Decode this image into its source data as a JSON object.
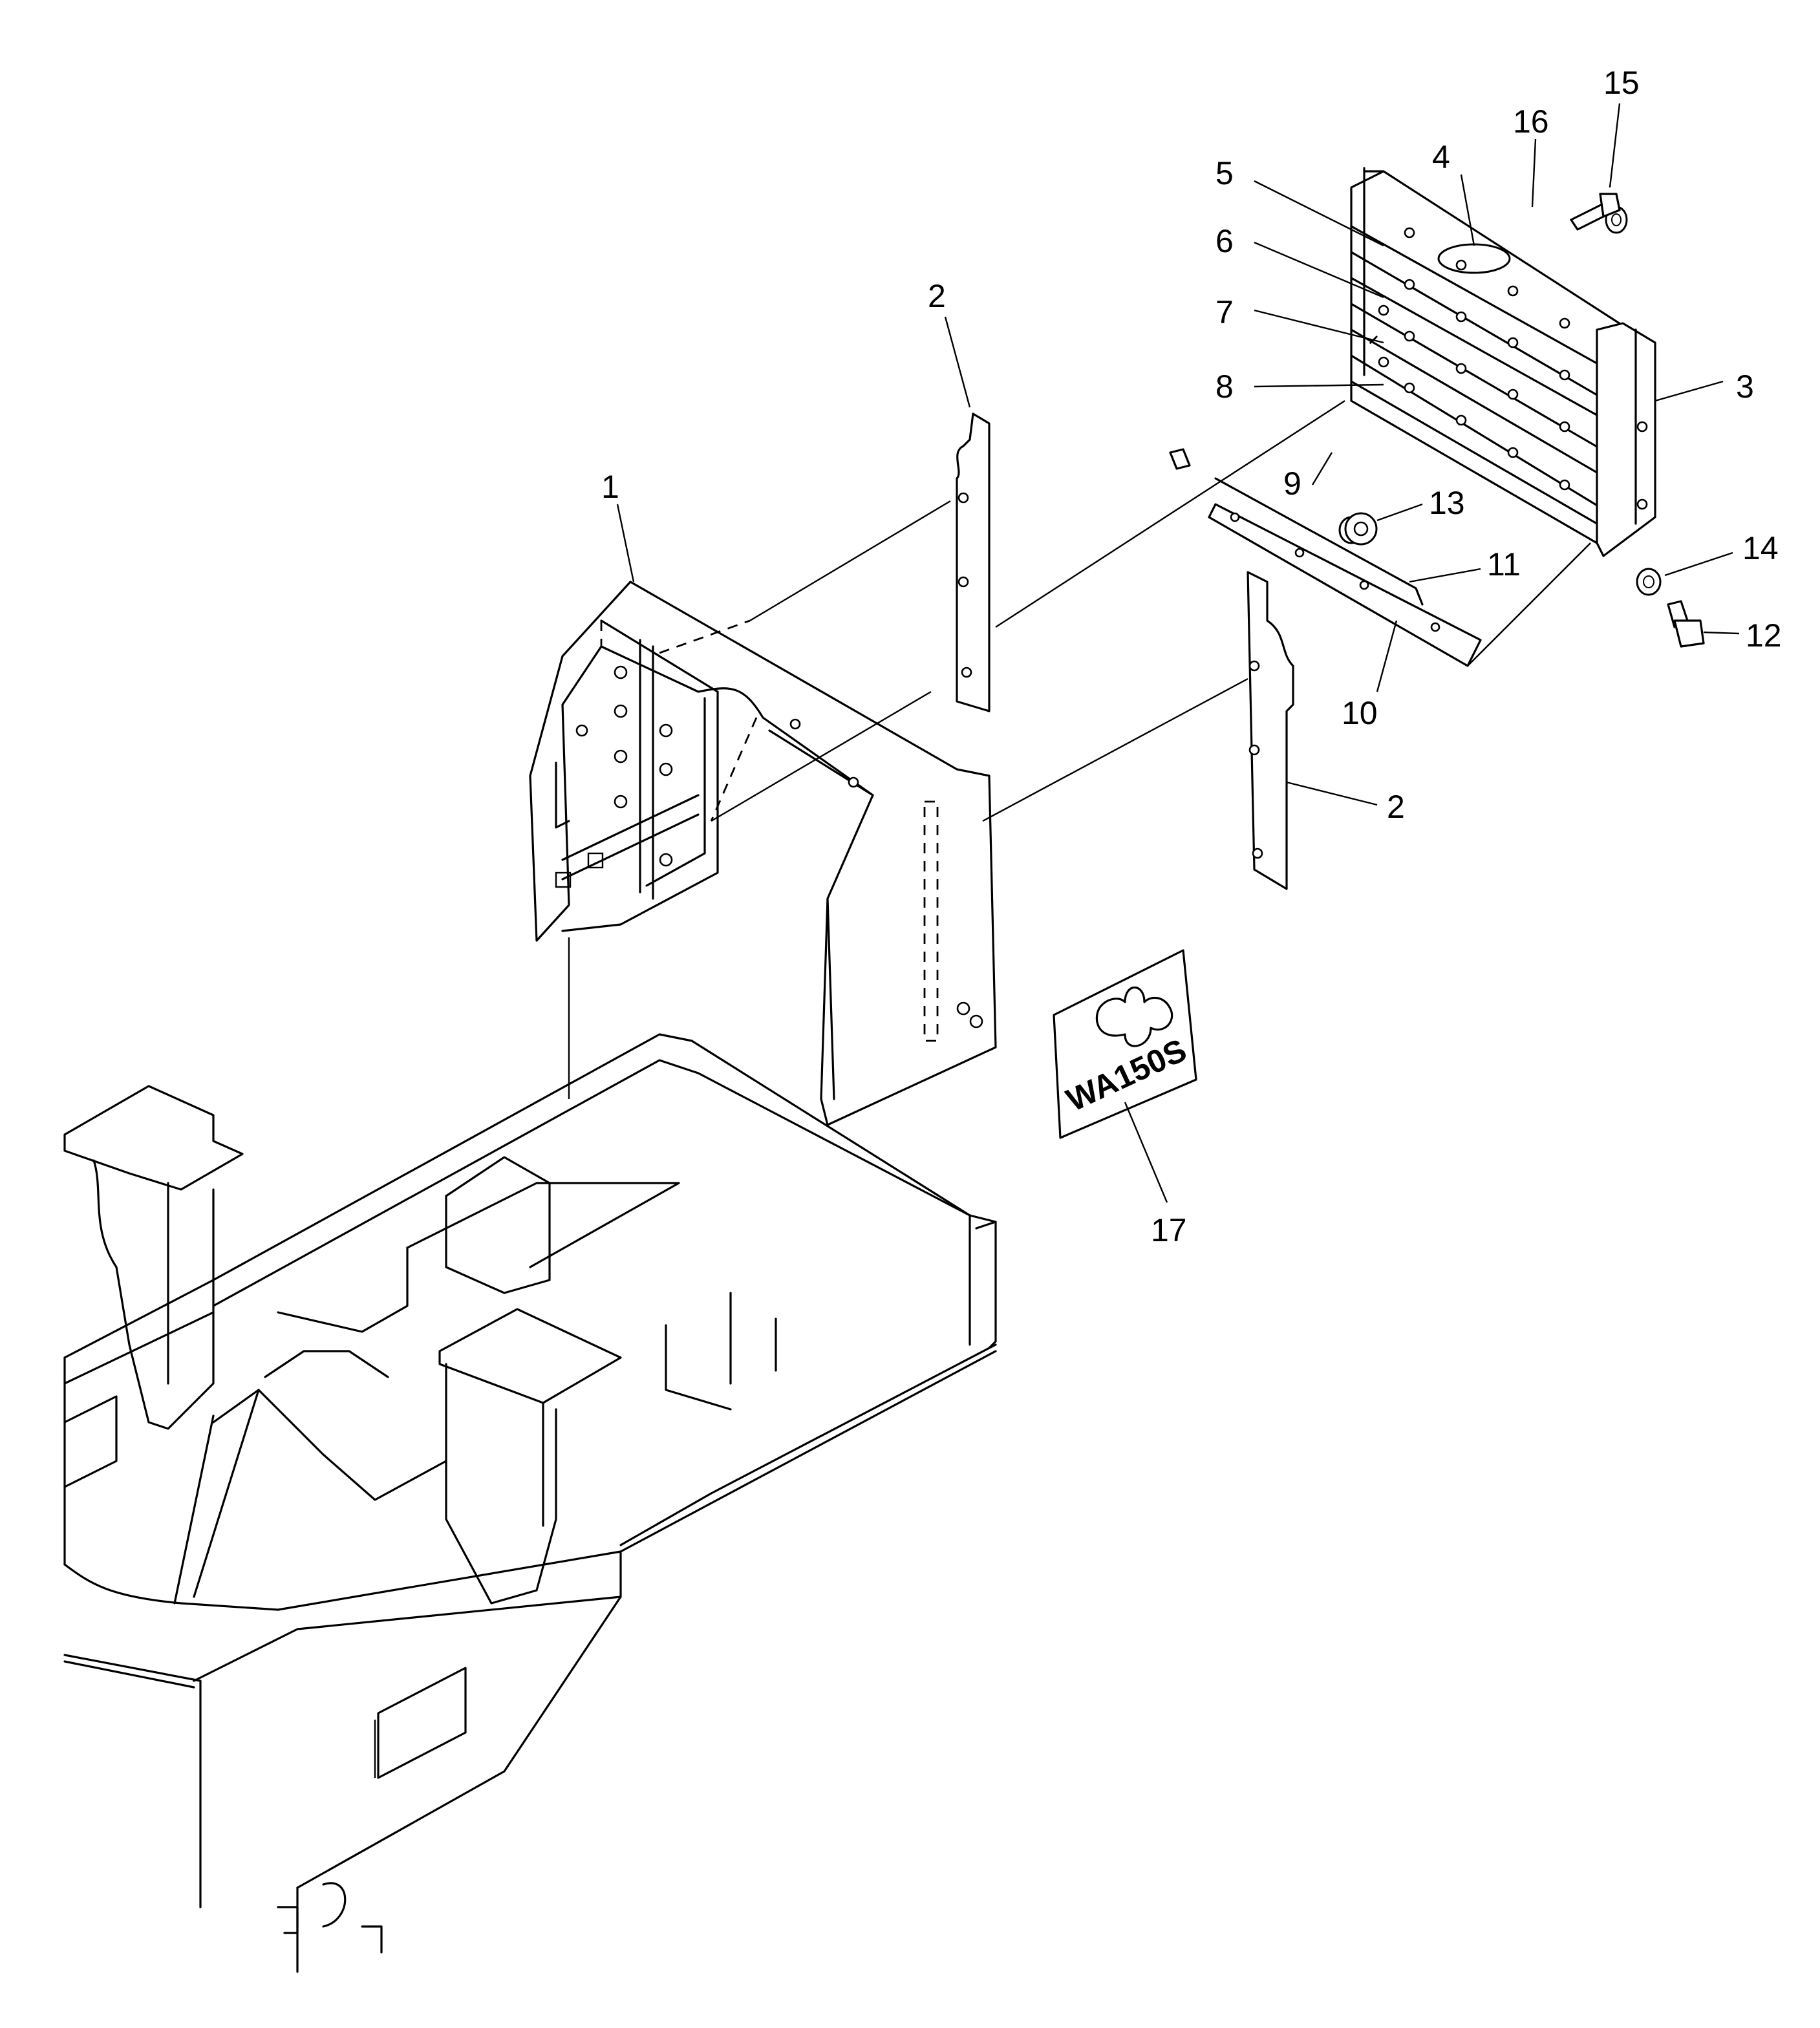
{
  "callouts": [
    {
      "num": "1",
      "part": "frame-cover"
    },
    {
      "num": "2",
      "part": "side-plate-left"
    },
    {
      "num": "2",
      "part": "side-plate-right"
    },
    {
      "num": "3",
      "part": "grille-side-bracket"
    },
    {
      "num": "4",
      "part": "grille-emblem"
    },
    {
      "num": "5",
      "part": "grille-bar-1"
    },
    {
      "num": "6",
      "part": "grille-bar-2"
    },
    {
      "num": "7",
      "part": "grille-bar-3"
    },
    {
      "num": "8",
      "part": "grille-bar-4"
    },
    {
      "num": "9",
      "part": "washer-9"
    },
    {
      "num": "10",
      "part": "bottom-plate"
    },
    {
      "num": "11",
      "part": "strip-11"
    },
    {
      "num": "12",
      "part": "bolt-12"
    },
    {
      "num": "13",
      "part": "nut-13"
    },
    {
      "num": "14",
      "part": "washer-14"
    },
    {
      "num": "15",
      "part": "bolt-15"
    },
    {
      "num": "16",
      "part": "washer-16"
    },
    {
      "num": "17",
      "part": "model-decal"
    }
  ],
  "decal": {
    "text": "WA150S",
    "icon": "komatsu-logo-icon"
  }
}
